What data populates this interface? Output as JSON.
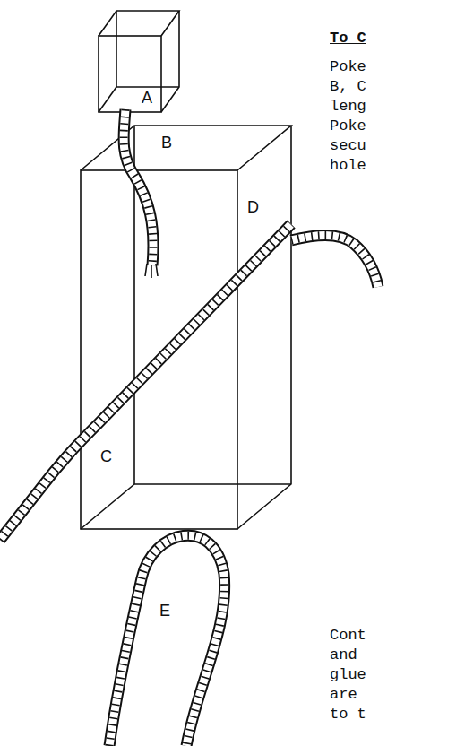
{
  "diagram": {
    "title": "To C",
    "labels": [
      "Poke",
      "B, C",
      "leng",
      "Poke",
      "secu",
      "hole",
      "A",
      "B",
      "D",
      "C",
      "E",
      "Cont",
      "and",
      "glue",
      "are",
      "to t"
    ]
  }
}
